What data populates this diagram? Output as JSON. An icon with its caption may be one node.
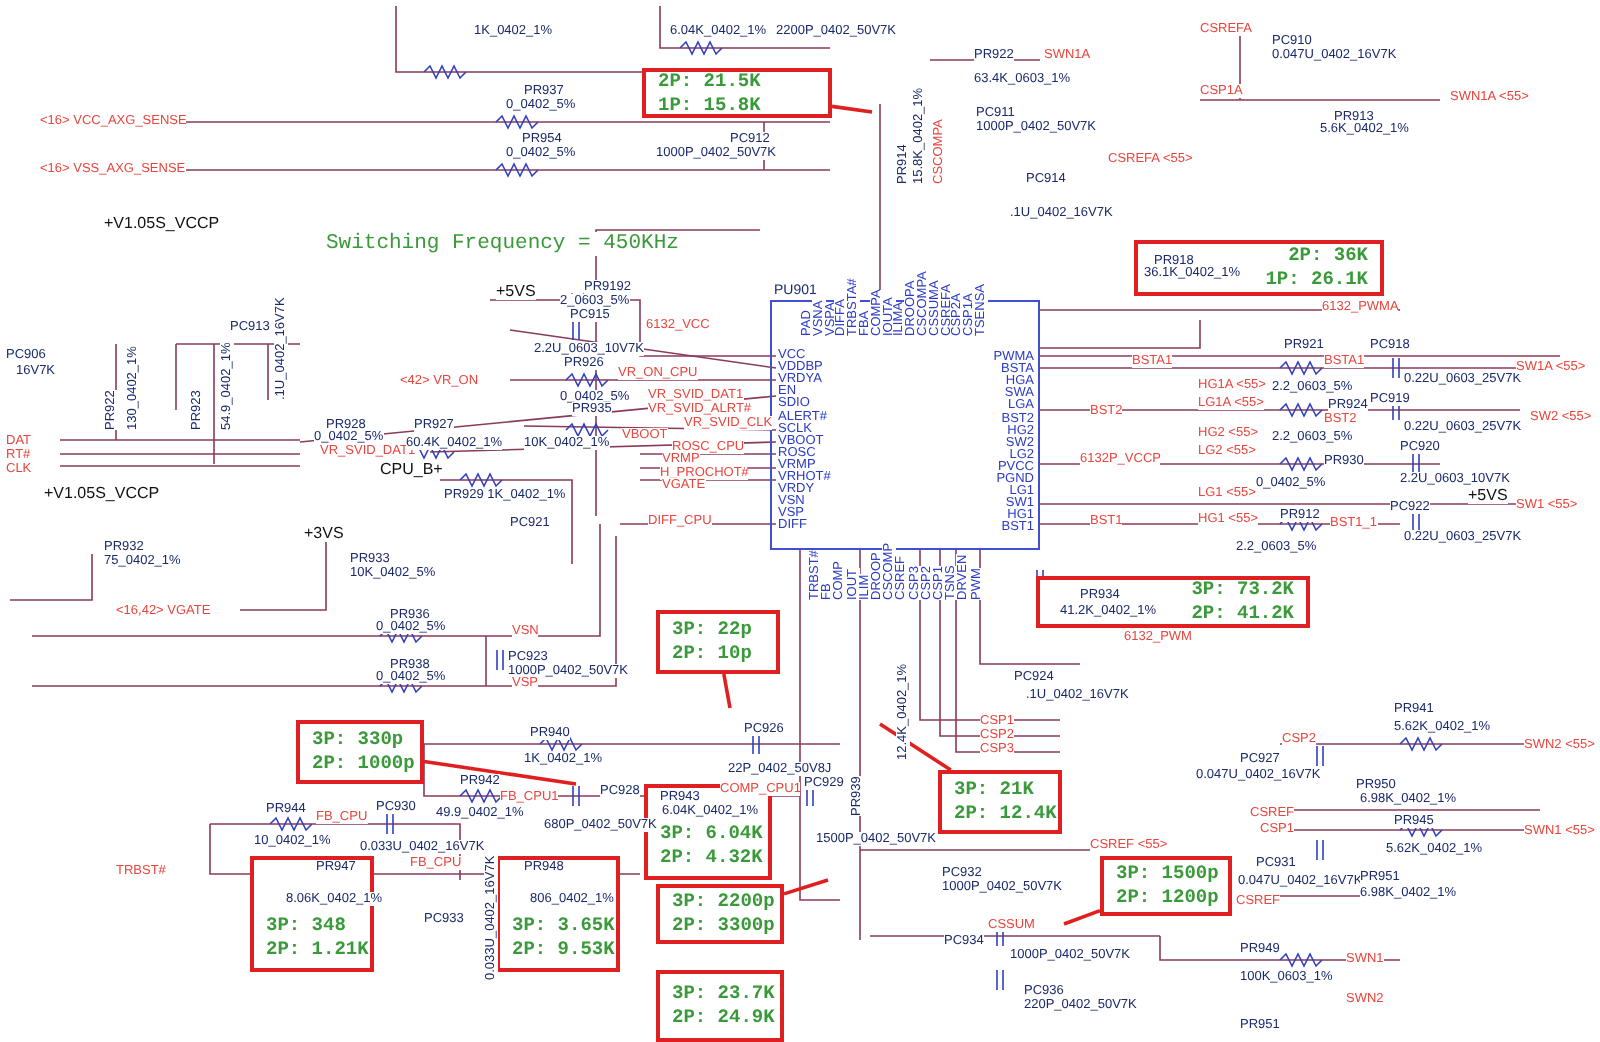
{
  "diagram": {
    "nodes": [
      {
        "text": [
          "PU901"
        ]
      },
      {
        "text": [
          "2P: 21.5K",
          "1P: 15.8K"
        ]
      },
      {
        "text": [
          "2P: 36K",
          "1P: 26.1K"
        ]
      },
      {
        "text": [
          "3P: 73.2K",
          "2P: 41.2K"
        ]
      },
      {
        "text": [
          "3P: 22p",
          "2P: 10p"
        ]
      },
      {
        "text": [
          "3P: 330p",
          "2P: 1000p"
        ]
      },
      {
        "text": [
          "3P: 21K",
          "2P: 12.4K"
        ]
      },
      {
        "text": [
          "3P: 6.04K",
          "2P: 4.32K"
        ]
      },
      {
        "text": [
          "3P: 2200p",
          "2P: 3300p"
        ]
      },
      {
        "text": [
          "3P: 348",
          "2P: 1.21K"
        ]
      },
      {
        "text": [
          "3P: 3.65K",
          "2P: 9.53K"
        ]
      },
      {
        "text": [
          "3P: 1500p",
          "2P: 1200p"
        ]
      },
      {
        "text": [
          "3P: 23.7K",
          "2P: 24.9K"
        ]
      }
    ],
    "edges": [
      {
        "from": 1,
        "to": null,
        "arrow": "none"
      },
      {
        "from": 4,
        "to": null,
        "arrow": "none"
      },
      {
        "from": 5,
        "to": null,
        "arrow": "none"
      },
      {
        "from": 6,
        "to": null,
        "arrow": "none"
      },
      {
        "from": 8,
        "to": null,
        "arrow": "none"
      },
      {
        "from": 11,
        "to": null,
        "arrow": "none"
      }
    ],
    "labels": [
      "1K_0402_1%",
      "6.04K_0402_1%",
      "2200P_0402_50V7K",
      "PR937",
      "0_0402_5%",
      "<16> VCC_AXG_SENSE",
      "PR954",
      "0_0402_5%",
      "<16> VSS_AXG_SENSE",
      "PC912",
      "1000P_0402_50V7K",
      "PR922",
      "SWN1A",
      "63.4K_0603_1%",
      "PC911",
      "1000P_0402_50V7K",
      "CSREFA <55>",
      "PC914",
      ".1U_0402_16V7K",
      "CSREFA",
      "PC910",
      "0.047U_0402_16V7K",
      "CSP1A",
      "PR913",
      "5.6K_0402_1%",
      "SWN1A <55>",
      "+V1.05S_VCCP",
      "Switching Frequency = 450KHz",
      "+5VS",
      "PR9192",
      "2_0603_5%",
      "PC915",
      "6132_VCC",
      "2.2U_0603_10V7K",
      "PR926",
      "<42> VR_ON",
      "VR_ON_CPU",
      "0_0402_5%",
      "PR935",
      "VR_SVID_DAT1",
      "VR_SVID_ALRT#",
      "VR_SVID_CLK",
      "VBOOT",
      "10K_0402_1%",
      "ROSC_CPU",
      "VRMP",
      "H_PROCHOT#",
      "VGATE",
      "DIFF_CPU",
      "PR928",
      "0_0402_5%",
      "VR_SVID_DAT1",
      "PR927",
      "60.4K_0402_1%",
      "CPU_B+",
      "PR929 1K_0402_1%",
      "PC921",
      "PC906",
      "16V7K",
      "PR922",
      "130_0402_1%",
      "PR923",
      "54.9_0402_1%",
      "PC913",
      ".1U_0402_16V7K",
      "DAT",
      "RT#",
      "CLK",
      "+V1.05S_VCCP",
      "+3VS",
      "PR932",
      "75_0402_1%",
      "PR933",
      "10K_0402_5%",
      "<16,42> VGATE",
      "PR936",
      "0_0402_5%",
      "VSN",
      "PC923",
      "1000P_0402_50V7K",
      "PR938",
      "0_0402_5%",
      "VSP",
      "PR940",
      "1K_0402_1%",
      "PC926",
      "22P_0402_50V8J",
      "PR942",
      "49.9_0402_1%",
      "FB_CPU1",
      "PC928",
      "680P_0402_50V7K",
      "PR943",
      "6.04K_0402_1%",
      "COMP_CPU1",
      "PR944",
      "10_0402_1%",
      "FB_CPU",
      "PC930",
      "0.033U_0402_16V7K",
      "TRBST#",
      "PR947",
      "8.06K_0402_1%",
      "FB_CPU",
      "PC933",
      "0.033U_0402_16V7K",
      "PR948",
      "806_0402_1%",
      "PC929",
      "1500P_0402_50V7K",
      "PR939",
      "12.4K_0402_1%",
      "PC924",
      ".1U_0402_16V7K",
      "CSP1",
      "CSP2",
      "CSP3",
      "CSREF <55>",
      "PC932",
      "1000P_0402_50V7K",
      "CSSUM",
      "PC934",
      "1000P_0402_50V7K",
      "PC936",
      "220P_0402_50V7K",
      "PR949",
      "100K_0603_1%",
      "SWN1",
      "SWN2",
      "PR951",
      "CSP2",
      "PC927",
      "0.047U_0402_16V7K",
      "PR950",
      "6.98K_0402_1%",
      "CSREF",
      "PR941",
      "5.62K_0402_1%",
      "SWN2 <55>",
      "CSP1",
      "PR945",
      "5.62K_0402_1%",
      "SWN1 <55>",
      "PC931",
      "0.047U_0402_16V7K",
      "CSREF",
      "PR951",
      "6.98K_0402_1%",
      "6132_PWMA",
      "BSTA1",
      "PR921",
      "2.2_0603_5%",
      "BSTA1",
      "PC918",
      "0.22U_0603_25V7K",
      "SW1A <55>",
      "HG1A <55>",
      "LG1A <55>",
      "BST2",
      "PR924",
      "2.2_0603_5%",
      "BST2",
      "PC919",
      "0.22U_0603_25V7K",
      "SW2 <55>",
      "HG2 <55>",
      "LG2 <55>",
      "6132P_VCCP",
      "PR930",
      "0_0402_5%",
      "PC920",
      "2.2U_0603_10V7K",
      "LG1 <55>",
      "+5VS",
      "SW1 <55>",
      "BST1",
      "HG1 <55>",
      "PR912",
      "BST1_1",
      "PC922",
      "0.22U_0603_25V7K",
      "2.2_0603_5%",
      "6132_PWM",
      "PR918",
      "36.1K_0402_1%",
      "PR934",
      "41.2K_0402_1%",
      "PR914",
      "15.8K_0402_1%",
      "CSCOMPA",
      "VCC",
      "VDDBP",
      "VRDYA",
      "EN",
      "SDIO",
      "ALERT#",
      "SCLK",
      "VBOOT",
      "ROSC",
      "VRMP",
      "VRHOT#",
      "VRDY",
      "VSN",
      "VSP",
      "DIFF",
      "PWMA",
      "BSTA",
      "HGA",
      "SWA",
      "LGA",
      "BST2",
      "HG2",
      "SW2",
      "LG2",
      "PVCC",
      "PGND",
      "LG1",
      "SW1",
      "HG1",
      "BST1",
      "PAD",
      "VSNA",
      "VSPA",
      "DIFFA",
      "TRBSTA#",
      "FBA",
      "COMPA",
      "IOUTA",
      "ILIMA",
      "DROOPA",
      "CSCOMPA",
      "CSSUMA",
      "CSREFA",
      "CSP2A",
      "CSP1A",
      "TSENSA",
      "TRBST#",
      "FB",
      "COMP",
      "IOUT",
      "ILIM",
      "DROOP",
      "CSCOMP",
      "CSREF",
      "CSP3",
      "CSP2",
      "CSP1",
      "TSNS",
      "DRVEN",
      "PWM"
    ]
  }
}
